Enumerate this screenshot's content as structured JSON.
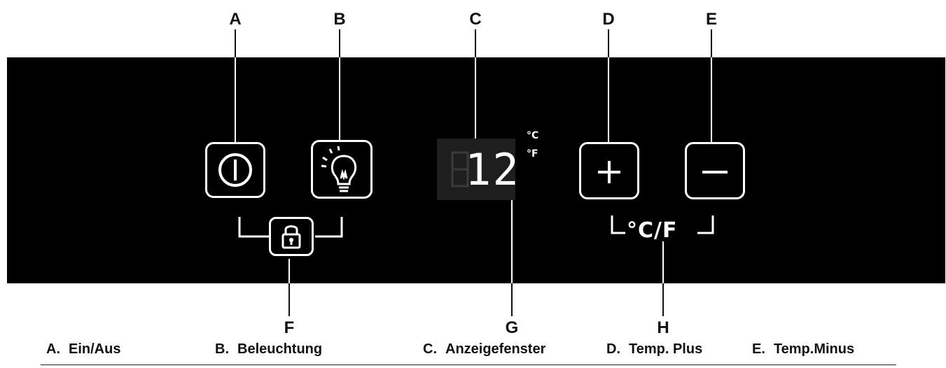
{
  "callouts": {
    "top": [
      "A",
      "B",
      "C",
      "D",
      "E"
    ],
    "bottom": [
      "F",
      "G",
      "H"
    ]
  },
  "display": {
    "digits": "12",
    "unit_celsius": "°C",
    "unit_fahrenheit": "°F"
  },
  "cf_label": "°C/F",
  "legend": [
    {
      "key": "A.",
      "text": "Ein/Aus"
    },
    {
      "key": "B.",
      "text": "Beleuchtung"
    },
    {
      "key": "C.",
      "text": "Anzeigefenster"
    },
    {
      "key": "D.",
      "text": "Temp. Plus"
    },
    {
      "key": "E.",
      "text": "Temp.Minus"
    }
  ],
  "icons": [
    "power-icon",
    "light-bulb-icon",
    "lock-icon",
    "plus-icon",
    "minus-icon"
  ],
  "colors": {
    "panel": "#000000",
    "display_window": "#1e1e1e",
    "symbols": "#ffffff"
  }
}
